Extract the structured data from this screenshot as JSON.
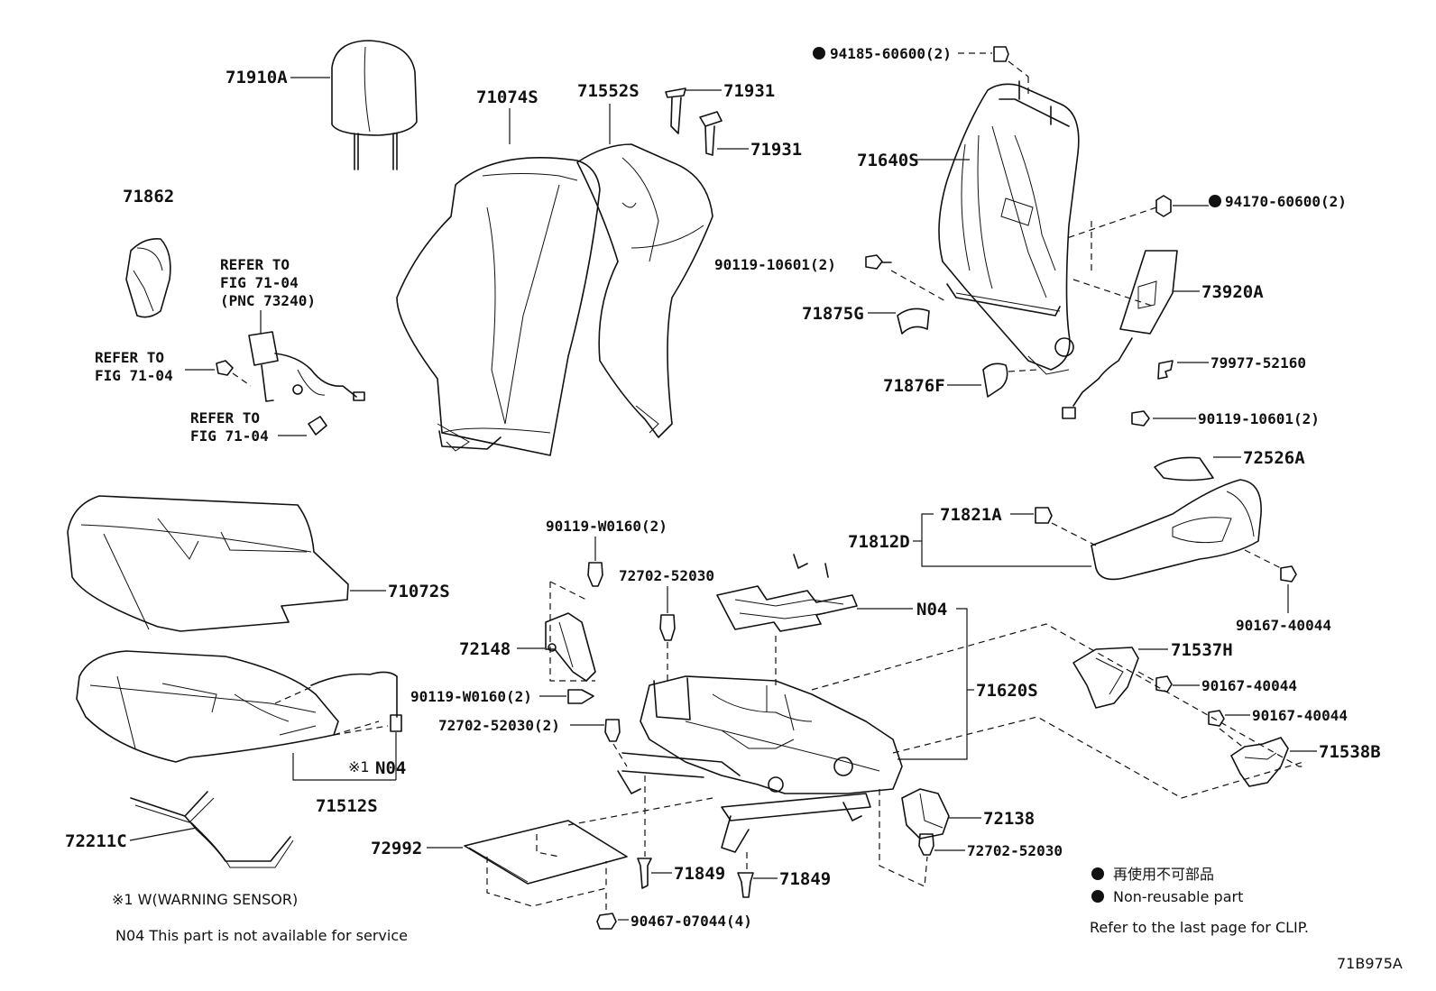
{
  "labels": {
    "p71910A": "71910A",
    "p71074S": "71074S",
    "p71552S": "71552S",
    "p71931a": "71931",
    "p71931b": "71931",
    "p94185": "94185-60600(2)",
    "p71640S": "71640S",
    "p94170": "94170-60600(2)",
    "p71862": "71862",
    "p90119_10601a": "90119-10601(2)",
    "p73920A": "73920A",
    "p71875G": "71875G",
    "p79977": "79977-52160",
    "p71876F": "71876F",
    "p90119_10601b": "90119-10601(2)",
    "p72526A": "72526A",
    "p71821A": "71821A",
    "p71812D": "71812D",
    "p90167_a": "90167-40044",
    "p71072S": "71072S",
    "p90119_w0160a": "90119-W0160(2)",
    "p72702_a": "72702-52030",
    "p72148": "72148",
    "pN04a": "N04",
    "p71537H": "71537H",
    "p90167_b": "90167-40044",
    "p90119_w0160b": "90119-W0160(2)",
    "p72702_b": "72702-52030(2)",
    "p71620S": "71620S",
    "p90167_c": "90167-40044",
    "p71538B": "71538B",
    "pN04b": "N04",
    "p71512S": "71512S",
    "p72211C": "72211C",
    "p72992": "72992",
    "p72138": "72138",
    "p72702_c": "72702-52030",
    "p71849a": "71849",
    "p71849b": "71849",
    "p90467": "90467-07044(4)",
    "mark1": "※1"
  },
  "refer": {
    "r1_line1": "REFER TO",
    "r1_line2": "FIG 71-04",
    "r1_line3": "(PNC 73240)",
    "r2_line1": "REFER TO",
    "r2_line2": "FIG 71-04",
    "r3_line1": "REFER TO",
    "r3_line2": "FIG 71-04"
  },
  "notes": {
    "warning": "※1 W(WARNING SENSOR)",
    "n04": "N04  This part is not available for service",
    "nonreusable_jp": "再使用不可部品",
    "nonreusable_en": "Non-reusable part",
    "clip": "Refer to the last page for CLIP.",
    "fig_id": "71B975A"
  }
}
